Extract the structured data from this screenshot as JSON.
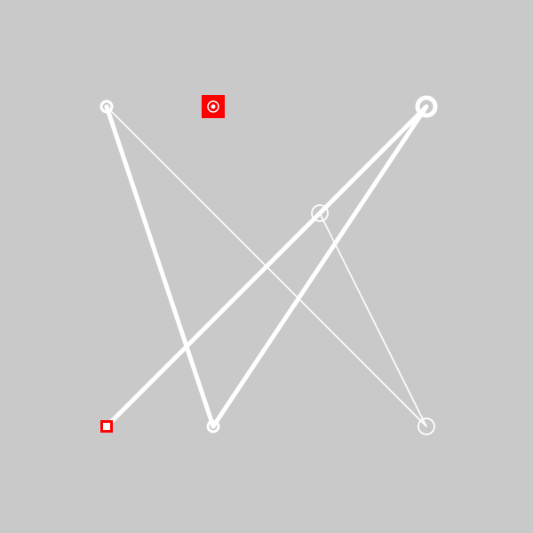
{
  "colors": {
    "background": "#c9c9c9",
    "line": "#ffffff",
    "highlight": "#ff0000"
  },
  "puzzle": {
    "nodes": [
      {
        "id": "n1",
        "ring_weight": "small",
        "highlighted": false
      },
      {
        "id": "n2",
        "ring_weight": "small",
        "highlighted": true
      },
      {
        "id": "n3",
        "ring_weight": "heavy",
        "highlighted": false
      },
      {
        "id": "n4",
        "ring_weight": "medium",
        "highlighted": false
      },
      {
        "id": "n5",
        "ring_weight": "small",
        "highlighted": true
      },
      {
        "id": "n6",
        "ring_weight": "small",
        "highlighted": false
      },
      {
        "id": "n7",
        "ring_weight": "medium",
        "highlighted": false
      }
    ],
    "edges": [
      {
        "from": "n1",
        "to": "n6",
        "weight": "heavy"
      },
      {
        "from": "n1",
        "to": "n7",
        "weight": "thin"
      },
      {
        "from": "n3",
        "to": "n5",
        "weight": "heavy"
      },
      {
        "from": "n3",
        "to": "n6",
        "weight": "heavy"
      },
      {
        "from": "n4",
        "to": "n7",
        "weight": "thin"
      }
    ]
  }
}
